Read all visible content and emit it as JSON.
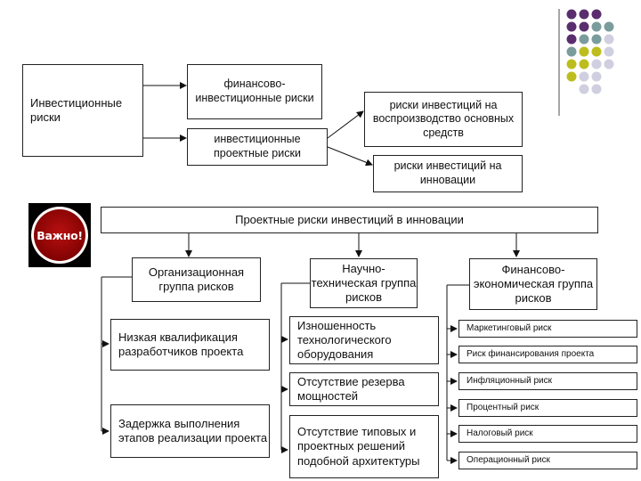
{
  "top_section": {
    "root": "Инвестиционные риски",
    "financial": "финансово-инвестиционные риски",
    "project": "инвестиционные проектные риски",
    "reproduction": "риски инвестиций на воспроизводство основных средств",
    "innovation": "риски инвестиций на инновации"
  },
  "badge": {
    "label": "Важно!"
  },
  "bottom_section": {
    "header": "Проектные риски инвестиций в инновации",
    "groups": {
      "organizational": {
        "title": "Организационная группа рисков",
        "items": [
          "Низкая квалификация разработчиков проекта",
          "Задержка выполнения этапов реализации проекта"
        ]
      },
      "technical": {
        "title": "Научно-техническая группа рисков",
        "items": [
          "Изношенность технологического оборудования",
          "Отсутствие резерва мощностей",
          "Отсутствие типовых и проектных решений подобной архитектуры"
        ]
      },
      "financial": {
        "title": "Финансово-экономическая группа рисков",
        "items": [
          "Маркетинговый риск",
          "Риск финансирования проекта",
          "Инфляционный риск",
          "Процентный риск",
          "Налоговый риск",
          "Операционный риск"
        ]
      }
    }
  },
  "decoration": {
    "colors": {
      "purple": "#5a2e6e",
      "teal": "#7a9c9c",
      "olive": "#bdbd1e",
      "lavender": "#cfcfe0"
    }
  }
}
